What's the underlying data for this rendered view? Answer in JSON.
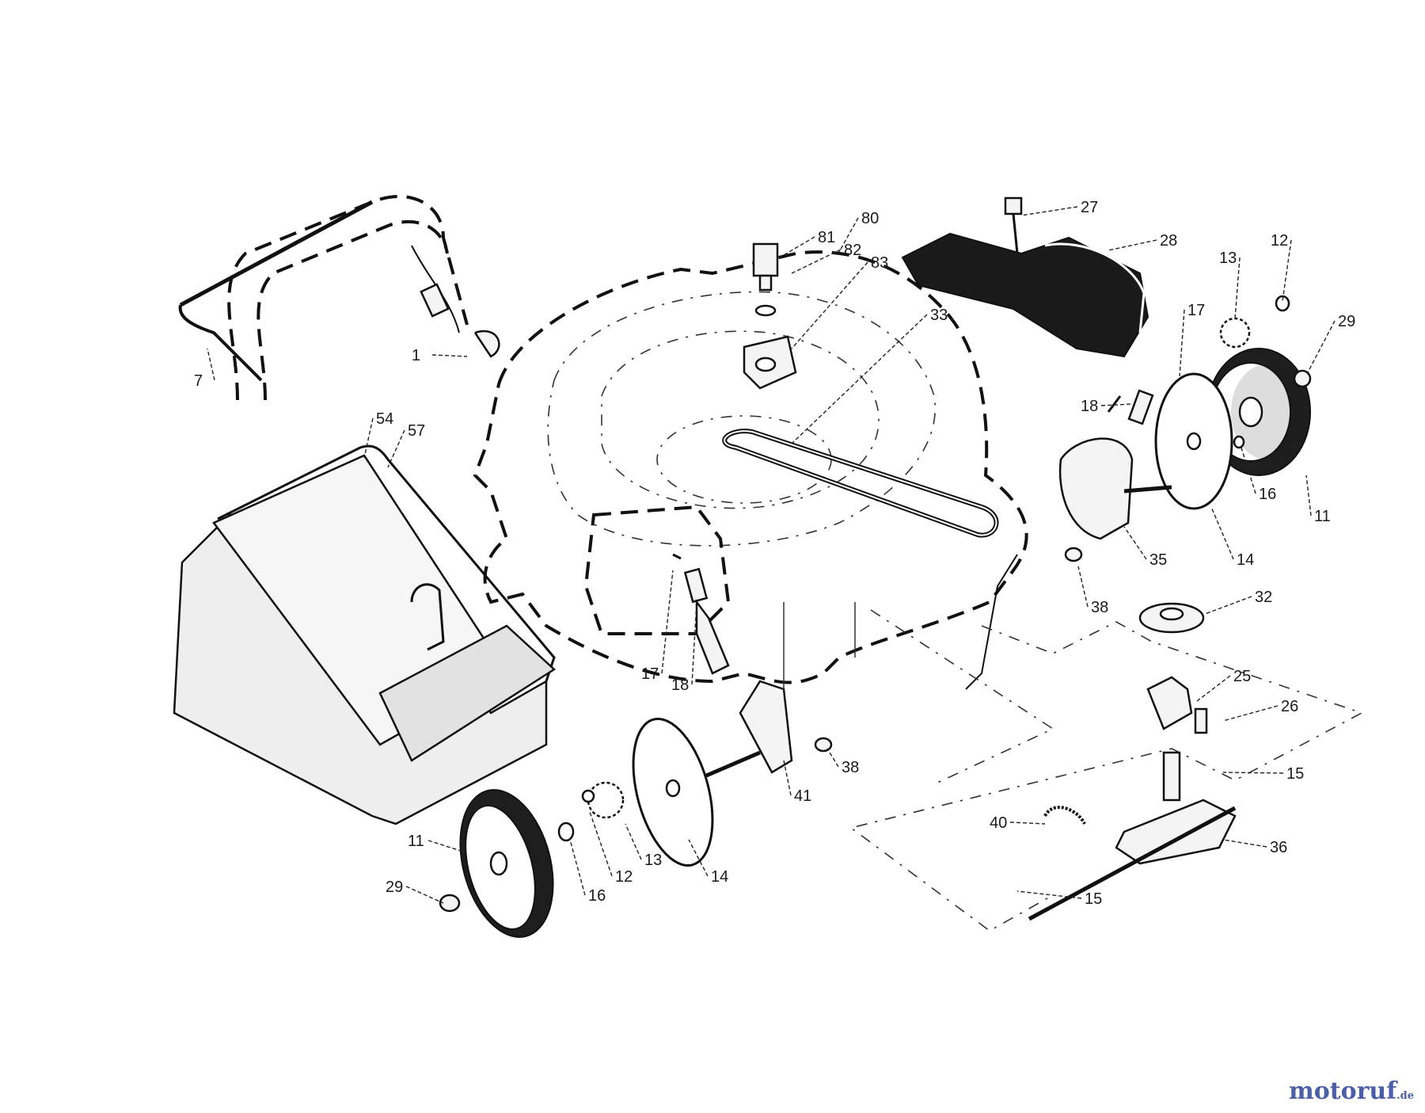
{
  "labels": [
    "80",
    "81",
    "82",
    "83",
    "27",
    "28",
    "33",
    "1",
    "7",
    "54",
    "57",
    "12",
    "13",
    "17",
    "29",
    "18",
    "16",
    "11",
    "35",
    "14",
    "38",
    "32",
    "25",
    "26",
    "17",
    "18",
    "41",
    "38",
    "15",
    "40",
    "36",
    "11",
    "29",
    "16",
    "12",
    "13",
    "14",
    "15"
  ],
  "watermark": {
    "main": "motoruf",
    "suffix": ".de"
  }
}
